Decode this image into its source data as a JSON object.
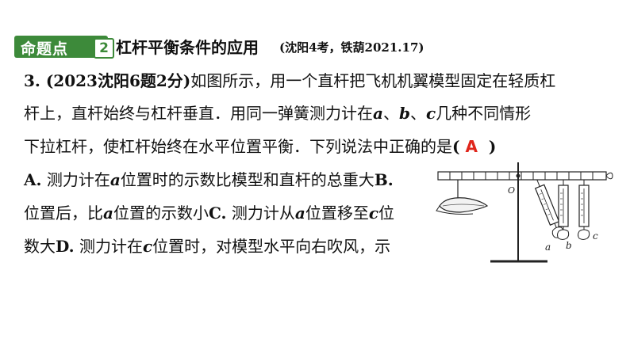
{
  "header": {
    "badge_label": "命题点",
    "badge_number": "2",
    "title": "杠杆平衡条件的应用",
    "note": "(沈阳4考，铁葫2021.17)"
  },
  "question": {
    "source": "3. (2023沈阳6题2分)",
    "line1_text": "如图所示，用一个直杆把飞机机翼模型固定在轻质杠",
    "line2_a": "杆上，直杆始终与杠杆垂直．用同一弹簧测力计在",
    "var_a": "a",
    "sep1": "、",
    "var_b": "b",
    "sep2": "、",
    "var_c": "c",
    "line2_b": "几种不同情形",
    "line3_text": "下拉杠杆，使杠杆始终在水平位置平衡．下列说法中正确的是",
    "paren_open": "(",
    "answer": "A",
    "paren_close": ")"
  },
  "options": {
    "a_label": "A.",
    "a_text1": " 测力计在",
    "a_var": "a",
    "a_text2": "位置时的示数比模型和直杆的总重大",
    "b_label": "B.",
    "line5_text1": "位置后，比",
    "line5_var": "a",
    "line5_text2": "位置的示数小",
    "c_label": "C.",
    "c_text1": " 测力计从",
    "c_var1": "a",
    "c_text2": "位置移至",
    "c_var2": "c",
    "c_text3": "位",
    "line6_text1": "数大",
    "d_label": "D.",
    "d_text1": " 测力计在",
    "d_var": "c",
    "d_text2": "位置时，对模型水平向右吹风，示"
  },
  "diagram": {
    "pivot_label": "O",
    "label_a": "a",
    "label_b": "b",
    "label_c": "c"
  },
  "colors": {
    "accent_green": "#3d8a3a",
    "answer_red": "#e0261c"
  }
}
